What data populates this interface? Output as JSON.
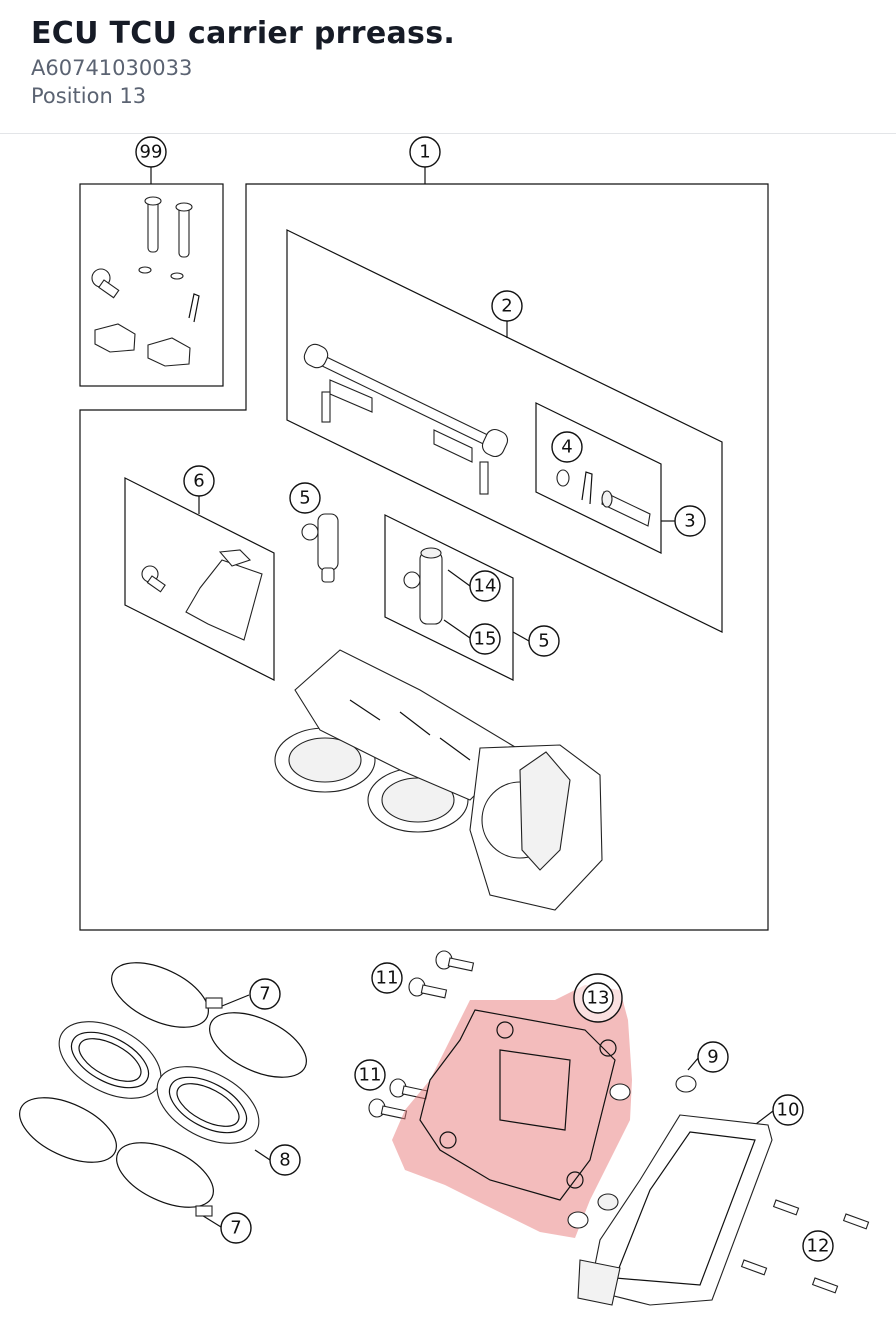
{
  "header": {
    "title": "ECU TCU carrier prreass.",
    "part_number": "A60741030033",
    "position": "Position 13"
  },
  "highlight": {
    "position_label": "13",
    "color": "#e87a7a"
  },
  "callouts": {
    "c99": "99",
    "c1": "1",
    "c2": "2",
    "c3": "3",
    "c4": "4",
    "c5a": "5",
    "c5b": "5",
    "c6": "6",
    "c7a": "7",
    "c7b": "7",
    "c8": "8",
    "c9": "9",
    "c10": "10",
    "c11a": "11",
    "c11b": "11",
    "c12": "12",
    "c13": "13",
    "c14": "14",
    "c15": "15"
  }
}
